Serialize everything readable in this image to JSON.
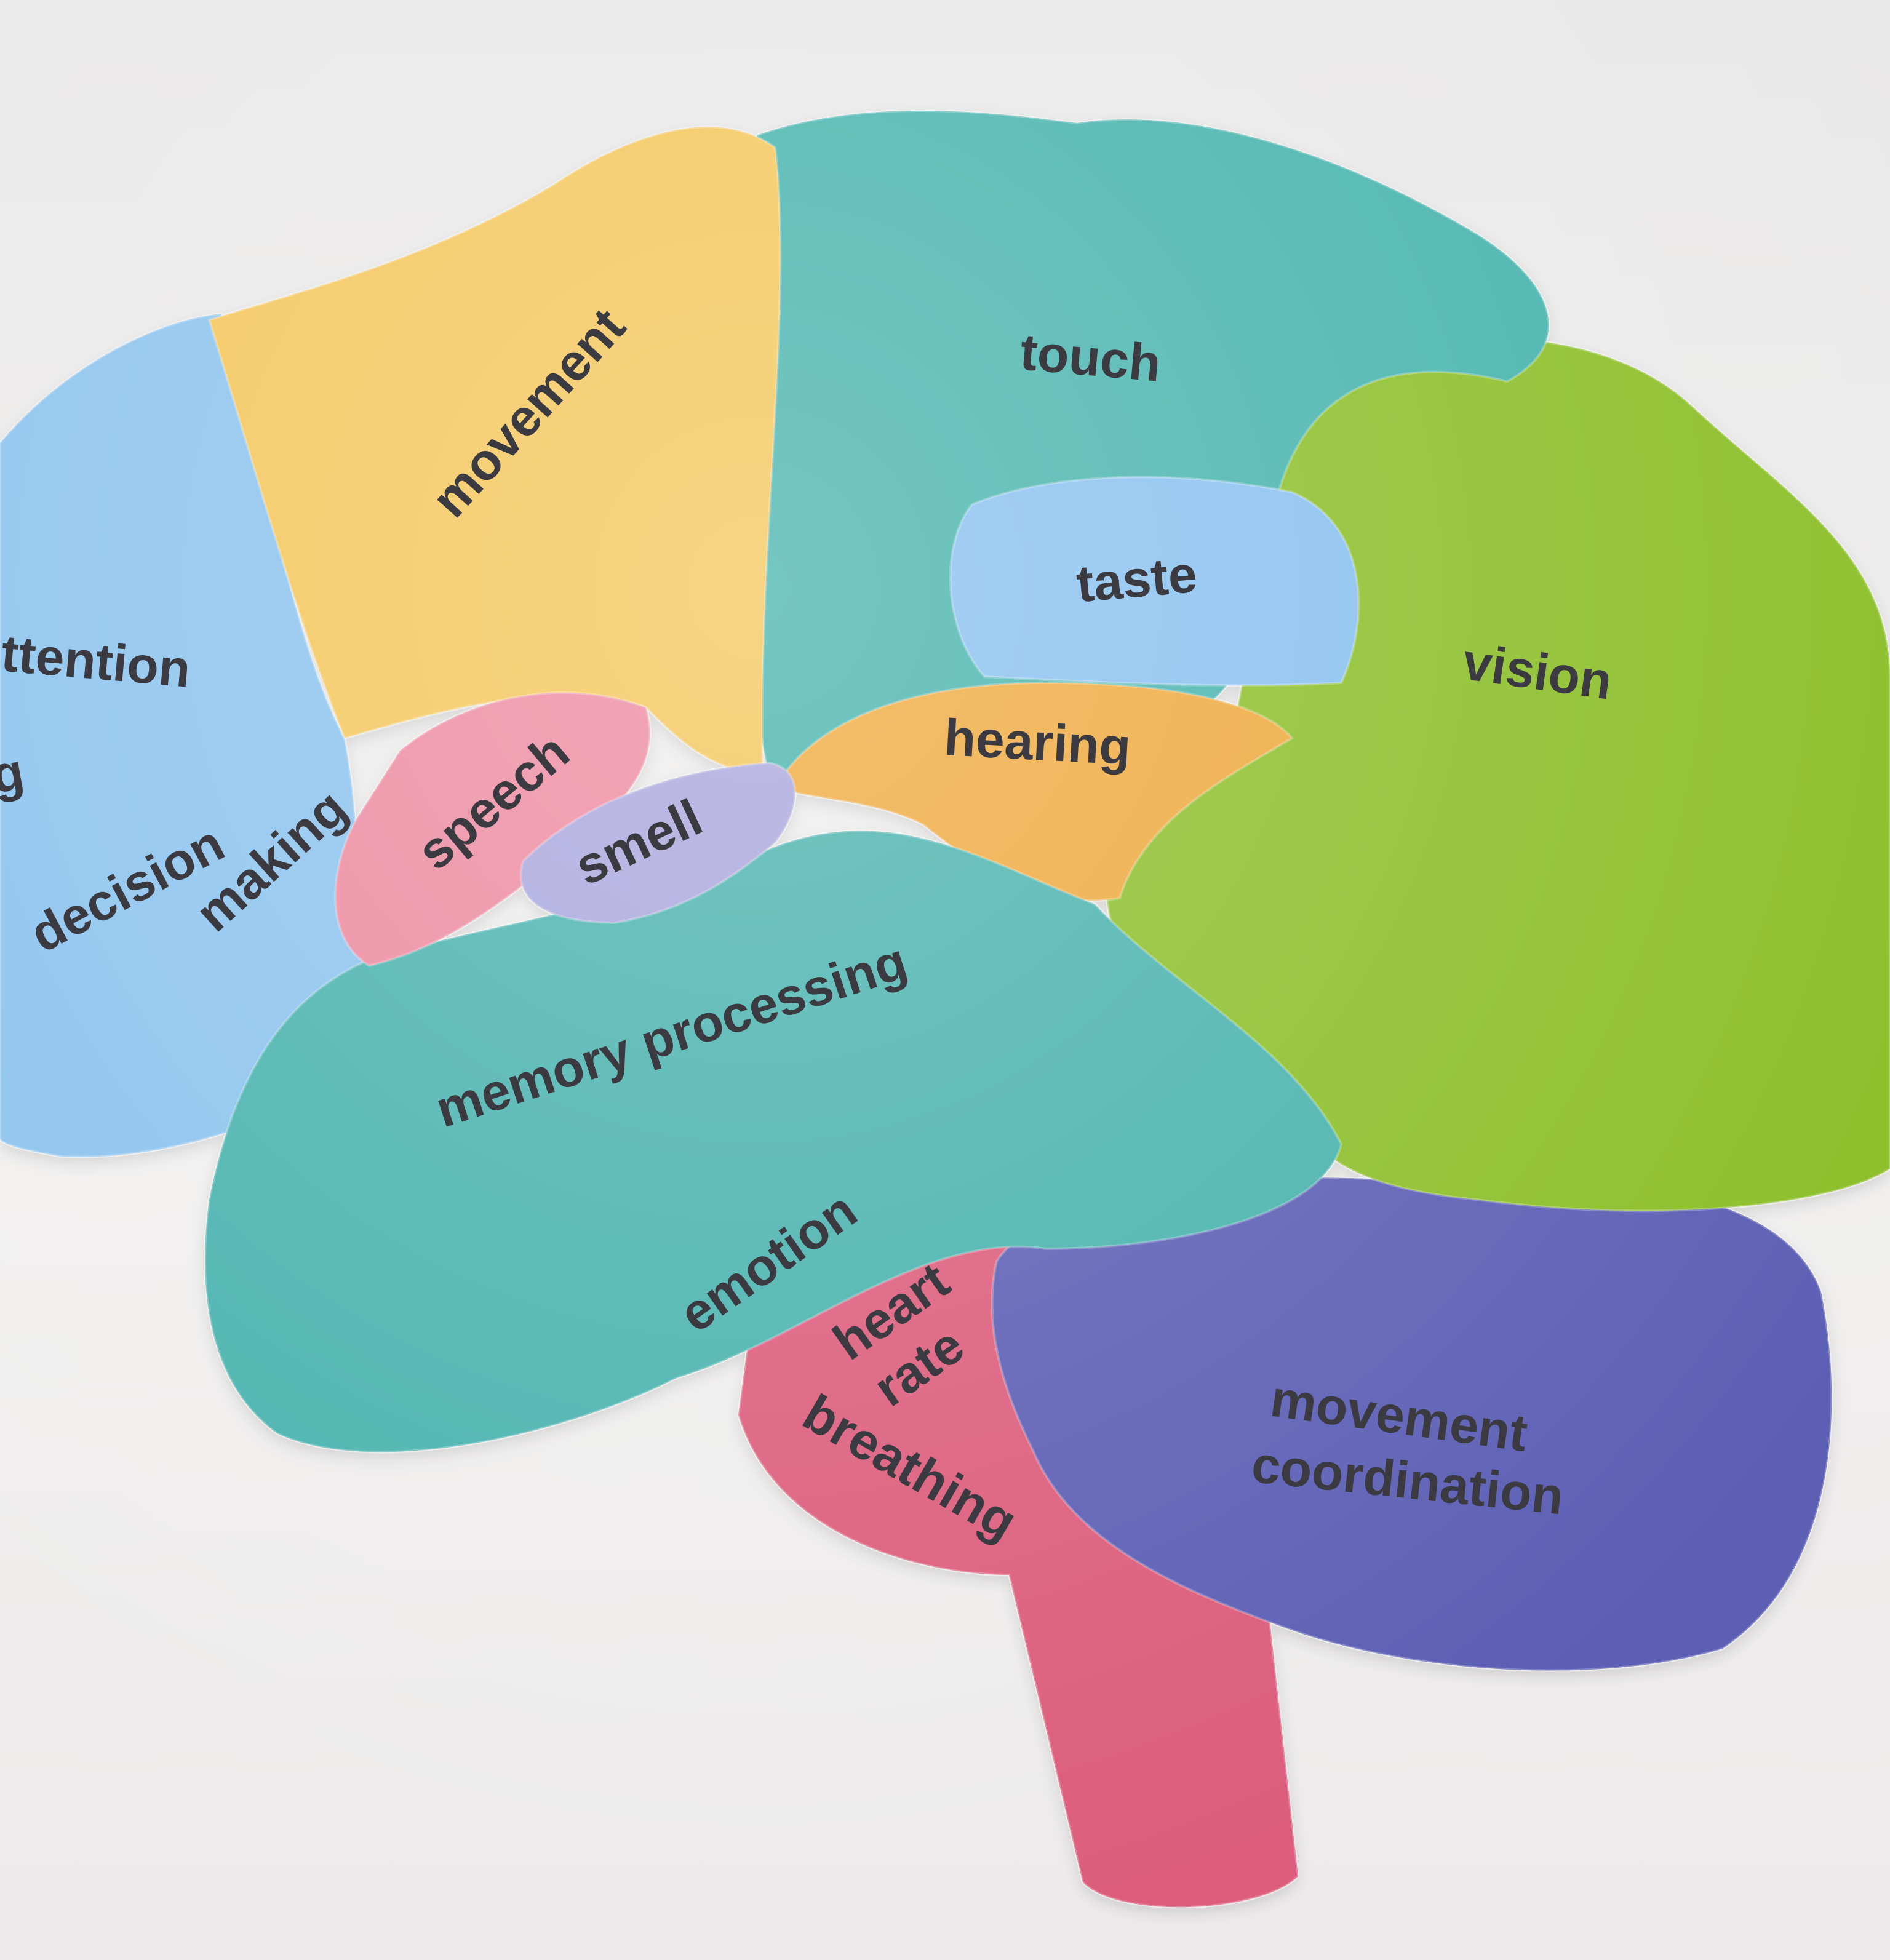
{
  "title": "Brain regions and functions",
  "colors": {
    "frontal": "#8cc3ee",
    "motor": "#f4c65a",
    "parietal": "#46b3ad",
    "occipital": "#8cbf2a",
    "taste": "#88c0ef",
    "hearing": "#eea93c",
    "speech": "#ec8aa0",
    "smell": "#a9a6dc",
    "temporal": "#48b2ae",
    "brainstem": "#dc5d7c",
    "cerebellum": "#5d5fb5"
  },
  "labels": {
    "attention": "ttention",
    "partial_g": "g",
    "decision": "decision",
    "making": "making",
    "movement": "movement",
    "touch": "touch",
    "taste": "taste",
    "vision": "vision",
    "hearing": "hearing",
    "speech": "speech",
    "smell": "smell",
    "memory": "memory processing",
    "emotion": "emotion",
    "heart": "heart",
    "rate": "rate",
    "breathing": "breathing",
    "coord1": "movement",
    "coord2": "coordination"
  }
}
